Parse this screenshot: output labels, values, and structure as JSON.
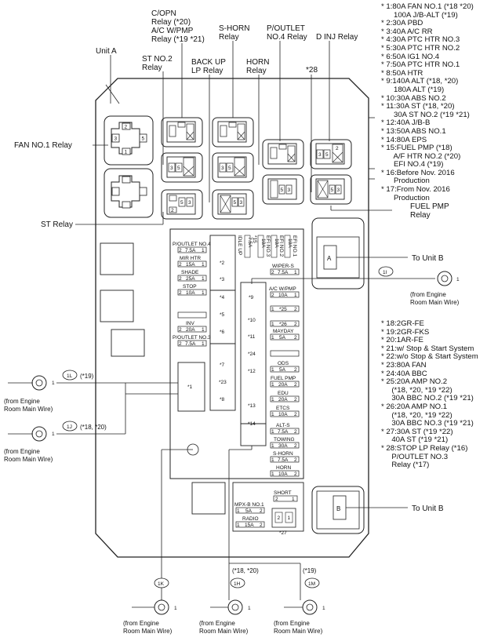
{
  "labels": {
    "unit_a": "Unit A",
    "copn": "C/OPN",
    "copn2": "Relay (*20)",
    "acwpmp": "A/C W/PMP",
    "acwpmp2": "Relay (*19 *21)",
    "shorn": "S-HORN",
    "shorn2": "Relay",
    "poutlet": "P/OUTLET",
    "poutlet2": "NO.4 Relay",
    "dinj": "D INJ Relay",
    "stno2": "ST NO.2",
    "stno2b": "Relay",
    "backup": "BACK UP",
    "backup2": "LP Relay",
    "horn": "HORN",
    "horn2": "Relay",
    "n28": "*28",
    "fan1": "FAN NO.1 Relay",
    "st": "ST Relay",
    "fuelpmp": "FUEL PMP",
    "fuelpmp2": "Relay",
    "to_unit_b": "To Unit B",
    "from1": "(from Engine",
    "from2": "Room Main Wire)",
    "c19": "(*19)",
    "c18_20": "(*18, *20)",
    "bottom_18_20": "(*18, *20)",
    "bottom_19": "(*19)",
    "block_a": "A",
    "block_b": "B"
  },
  "connectors": {
    "c1i": "1I",
    "c1l": "1L",
    "c1j": "1J",
    "c1k": "1K",
    "c1h": "1H",
    "c1m": "1M",
    "pin": "1"
  },
  "fuses": {
    "poutlet4": "P/OUTLET NO.4",
    "mirhtr": "MIR HTR",
    "shade": "SHADE",
    "stop": "STOP",
    "inv": "INV",
    "poutlet3": "P/OUTLET NO.3",
    "wipers": "WIPER-S",
    "acwpmp": "A/C W/PMP",
    "mayday": "MAYDAY",
    "ods": "ODS",
    "fuelpmp": "FUEL PMP",
    "edu": "EDU",
    "etcs": "ETCS",
    "alts": "ALT-S",
    "towing": "TOWING",
    "shorn": "S-HORN",
    "horn": "HORN",
    "short": "SHORT",
    "mpxb": "MPX-B NO.1",
    "radio": "RADIO",
    "ideup": "IDLE UP",
    "n15": "*15",
    "efino3": "EFI NO.3",
    "efino2": "EFI NO.2",
    "efino1": "EFI NO.1",
    "a75": "7.5A",
    "a15": "15A",
    "a25": "25A",
    "a10": "10A",
    "a20": "20A",
    "a5": "5A",
    "a30": "30A",
    "s2": "*2",
    "s3": "*3",
    "s4": "*4",
    "s5": "*5",
    "s6": "*6",
    "s7": "*7",
    "s23": "*23",
    "s8": "*8",
    "s1": "*1",
    "s9": "*9",
    "s10": "*10",
    "s11": "*11",
    "s24": "*24",
    "s12": "*12",
    "s13": "*13",
    "s14": "*14",
    "s25": "*25",
    "s26": "*26",
    "s27": "*27"
  },
  "legend_top": [
    "* 1:80A FAN NO.1 (*18 *20)",
    "      100A J/B-ALT (*19)",
    "* 2:30A PBD",
    "* 3:40A A/C RR",
    "* 4:30A PTC HTR NO.3",
    "* 5:30A PTC HTR NO.2",
    "* 6:50A IG1 NO.4",
    "* 7:50A PTC HTR NO.1",
    "* 8:50A HTR",
    "* 9:140A ALT (*18, *20)",
    "      180A ALT (*19)",
    "* 10:30A ABS NO.2",
    "* 11:30A ST (*18, *20)",
    "      30A ST NO.2 (*19 *21)",
    "* 12:40A J/B-B",
    "* 13:50A ABS NO.1",
    "* 14:80A EPS",
    "* 15:FUEL PMP (*18)",
    "      A/F HTR NO.2 (*20)",
    "      EFI NO.4 (*19)",
    "* 16:Before Nov. 2016",
    "      Production",
    "* 17:From Nov. 2016",
    "      Production"
  ],
  "legend_bottom": [
    "* 18:2GR-FE",
    "* 19:2GR-FKS",
    "* 20:1AR-FE",
    "* 21:w/ Stop & Start System",
    "* 22:w/o Stop & Start System",
    "* 23:80A FAN",
    "* 24:40A BBC",
    "* 25:20A AMP NO.2",
    "     (*18, *20, *19 *22)",
    "     30A BBC NO.2 (*19 *21)",
    "* 26:20A AMP NO.1",
    "     (*18, *20, *19 *22)",
    "     30A BBC NO.3 (*19 *21)",
    "* 27:30A ST (*19 *22)",
    "     40A ST (*19 *21)",
    "* 28:STOP LP Relay (*16)",
    "     P/OUTLET NO.3",
    "     Relay (*17)"
  ]
}
